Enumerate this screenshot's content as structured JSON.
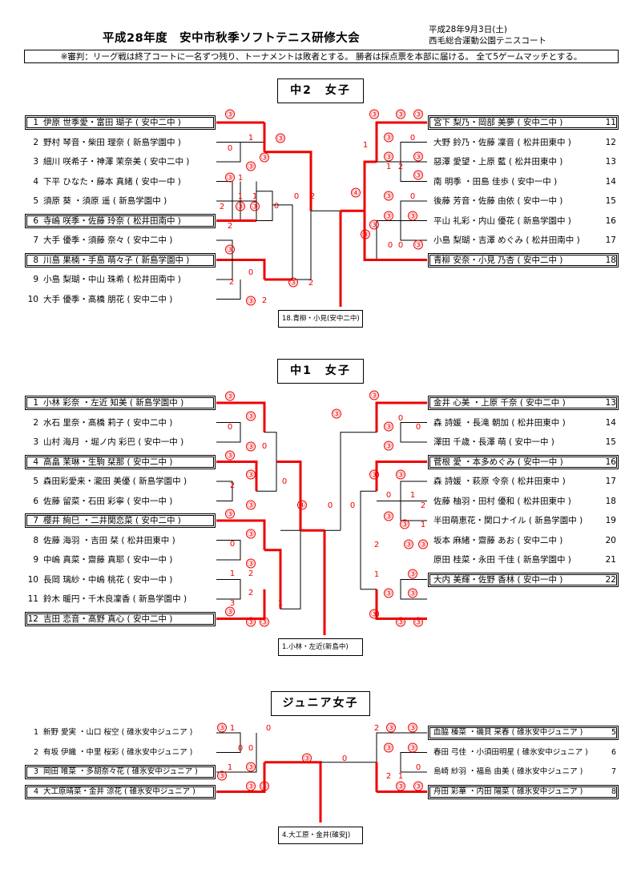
{
  "header": {
    "title": "平成28年度　安中市秋季ソフトテニス研修大会",
    "date": "平成28年9月3日(土)",
    "venue": "西毛総合運動公園テニスコート",
    "notice": "※審判：リーグ戦は終了コートに一名ずつ残り、トーナメントは敗者とする。 勝者は採点票を本部に届ける。 全て5ゲームマッチとする。"
  },
  "sections": [
    {
      "title": "中2　女子",
      "winner": "18.青柳・小見(安中二中)"
    },
    {
      "title": "中1　女子",
      "winner": "1.小林・左近(新島中)"
    },
    {
      "title": "ジュニア女子",
      "winner": "4.大工原・金井(碓安J)"
    }
  ],
  "players": {
    "g2_left": [
      {
        "num": "1",
        "name": "伊原 世季愛・富田 瑚子 ( 安中二中 )"
      },
      {
        "num": "2",
        "name": "野村 琴音・柴田 理奈 ( 新島学園中 )"
      },
      {
        "num": "3",
        "name": "細川 咲希子・神澤 茉奈美 ( 安中二中 )"
      },
      {
        "num": "4",
        "name": "下平 ひなた・藤本 真緒 ( 安中一中 )"
      },
      {
        "num": "5",
        "name": "須原 葵 ・須原 遥 ( 新島学園中 )"
      },
      {
        "num": "6",
        "name": "寺嶋 咲季・佐藤 玲奈 ( 松井田南中 )"
      },
      {
        "num": "7",
        "name": "大手 優季・須藤 奈々 ( 安中二中 )"
      },
      {
        "num": "8",
        "name": "川島 果楠・手島 萌々子 ( 新島学園中 )"
      },
      {
        "num": "9",
        "name": "小島 梨瑚・中山 珠希 ( 松井田南中 )"
      },
      {
        "num": "10",
        "name": "大手 優季・髙橋 朋花 ( 安中二中 )"
      }
    ],
    "g2_right": [
      {
        "num": "11",
        "name": "宮下 梨乃・岡部 美夢 ( 安中二中 )"
      },
      {
        "num": "12",
        "name": "大野 鈴乃・佐藤 凜音 ( 松井田東中 )"
      },
      {
        "num": "13",
        "name": "惡澤 愛望・上原 藍 ( 松井田東中 )"
      },
      {
        "num": "14",
        "name": "南 明季 ・田島 佳歩 ( 安中一中 )"
      },
      {
        "num": "15",
        "name": "後藤 芳音・佐藤 由依 ( 安中一中 )"
      },
      {
        "num": "16",
        "name": "平山 礼彩・内山 優花 ( 新島学園中 )"
      },
      {
        "num": "17",
        "name": "小島 梨瑚・吉澤 めぐみ ( 松井田南中 )"
      },
      {
        "num": "18",
        "name": "青柳 安奈・小見 乃杏 ( 安中二中 )"
      }
    ],
    "g1_left": [
      {
        "num": "1",
        "name": "小林 彩奈 ・左近 知美 ( 新島学園中 )"
      },
      {
        "num": "2",
        "name": "水石 里奈・髙橋 莉子 ( 安中二中 )"
      },
      {
        "num": "3",
        "name": "山村 海月 ・堀ノ内 彩巴 ( 安中一中 )"
      },
      {
        "num": "4",
        "name": "高畠 茉琳・生駒 栞那 ( 安中二中 )"
      },
      {
        "num": "5",
        "name": "森田彩愛来・瀧田 美優 ( 新島学園中 )"
      },
      {
        "num": "6",
        "name": "佐藤 留菜・石田 彩寧 ( 安中一中 )"
      },
      {
        "num": "7",
        "name": "櫻井 絢巳 ・二井関恋菜 ( 安中二中 )"
      },
      {
        "num": "8",
        "name": "佐藤 海羽 ・吉田 栞 ( 松井田東中 )"
      },
      {
        "num": "9",
        "name": "中嶋 真菜・齋藤 真耶 ( 安中一中 )"
      },
      {
        "num": "10",
        "name": "長岡 璃紗・中嶋 桃花 ( 安中一中 )"
      },
      {
        "num": "11",
        "name": "鈴木 暖円・千木良凜香 ( 新島学園中 )"
      },
      {
        "num": "12",
        "name": "吉田 恋音・髙野 真心 ( 安中二中 )"
      }
    ],
    "g1_right": [
      {
        "num": "13",
        "name": "金井 心美 ・上原 千奈 ( 安中二中 )"
      },
      {
        "num": "14",
        "name": "森 詩媛 ・長滝 朝加 ( 松井田東中 )"
      },
      {
        "num": "15",
        "name": "澤田 千歳・長澤 萌 ( 安中一中 )"
      },
      {
        "num": "16",
        "name": "菅根 愛 ・本多めぐみ ( 安中一中 )"
      },
      {
        "num": "17",
        "name": "森 詩媛 ・萩原 令奈 ( 松井田東中 )"
      },
      {
        "num": "18",
        "name": "佐藤 柚羽・田村 優和 ( 松井田東中 )"
      },
      {
        "num": "19",
        "name": "半田萌恵花・関口ナイル ( 新島学園中 )"
      },
      {
        "num": "20",
        "name": "坂本 麻緒・齋藤 あお ( 安中二中 )"
      },
      {
        "num": "21",
        "name": "原田 桂菜・永田 千佳 ( 新島学園中 )"
      },
      {
        "num": "22",
        "name": "大内 美輝・佐野 香林 ( 安中一中 )"
      }
    ],
    "jr_left": [
      {
        "num": "1",
        "name": "新野 愛実 ・山口 桜空 ( 碓氷安中ジュニア )"
      },
      {
        "num": "2",
        "name": "有坂 伊織 ・中里 桜彩 ( 碓氷安中ジュニア )"
      },
      {
        "num": "3",
        "name": "岡田 唯菜 ・多胡奈々花 ( 碓氷安中ジュニア )"
      },
      {
        "num": "4",
        "name": "大工原晴菜・金井 涼花 ( 碓氷安中ジュニア )"
      }
    ],
    "jr_right": [
      {
        "num": "5",
        "name": "血脇 榛菜 ・磯貝 采春 ( 碓氷安中ジュニア )"
      },
      {
        "num": "6",
        "name": "春田 弓佳 ・小須田明星 ( 碓氷安中ジュニア )"
      },
      {
        "num": "7",
        "name": "島崎 紗羽 ・福島 由美 ( 碓氷安中ジュニア )"
      },
      {
        "num": "8",
        "name": "舟田 彩華 ・内田 陽菜 ( 碓氷安中ジュニア )"
      }
    ]
  }
}
